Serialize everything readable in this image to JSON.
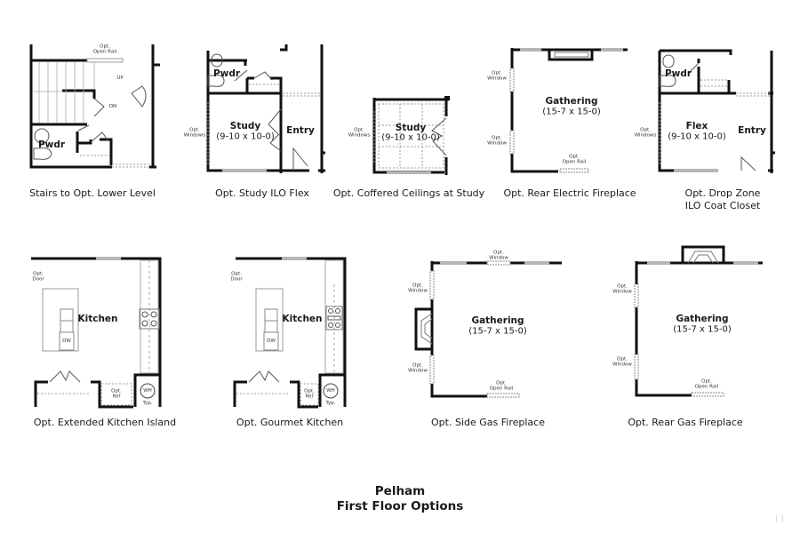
{
  "footer": {
    "title": "Pelham",
    "subtitle": "First Floor Options"
  },
  "options": [
    {
      "caption": "Stairs to Opt. Lower Level",
      "labels": {
        "pwdr": "Pwdr",
        "up": "UP",
        "dn": "DN",
        "rail": "Opt.\nOpen Rail"
      }
    },
    {
      "caption": "Opt. Study ILO Flex",
      "labels": {
        "pwdr": "Pwdr",
        "room": "Study",
        "dims": "(9-10 x 10-0)",
        "entry": "Entry",
        "windows": "Opt.\nWindows"
      }
    },
    {
      "caption": "Opt. Coffered Ceilings at Study",
      "labels": {
        "room": "Study",
        "dims": "(9-10 x 10-0)",
        "windows": "Opt.\nWindows"
      }
    },
    {
      "caption": "Opt. Rear Electric Fireplace",
      "labels": {
        "room": "Gathering",
        "dims": "(15-7 x 15-0)",
        "window1": "Opt.\nWindow",
        "window2": "Opt.\nWindow",
        "rail": "Opt.\nOpen Rail"
      }
    },
    {
      "caption": "Opt. Drop Zone\nILO Coat Closet",
      "caption_line1": "Opt. Drop Zone",
      "caption_line2": "ILO Coat Closet",
      "labels": {
        "pwdr": "Pwdr",
        "room": "Flex",
        "dims": "(9-10 x 10-0)",
        "entry": "Entry",
        "windows": "Opt.\nWindows"
      }
    },
    {
      "caption": "Opt. Extended Kitchen Island",
      "labels": {
        "room": "Kitchen",
        "door": "Opt.\nDoor",
        "dw": "DW",
        "ref": "Opt.\nRef",
        "wh": "WH",
        "typ": "Typ."
      }
    },
    {
      "caption": "Opt. Gourmet Kitchen",
      "labels": {
        "room": "Kitchen",
        "door": "Opt.\nDoor",
        "dw": "DW",
        "ref": "Opt.\nRef",
        "wh": "WH",
        "typ": "Typ."
      }
    },
    {
      "caption": "Opt. Side Gas Fireplace",
      "labels": {
        "room": "Gathering",
        "dims": "(15-7 x 15-0)",
        "window_top": "Opt.\nWindow",
        "window1": "Opt.\nWindow",
        "window2": "Opt.\nWindow",
        "rail": "Opt.\nOpen Rail"
      }
    },
    {
      "caption": "Opt. Rear Gas Fireplace",
      "labels": {
        "room": "Gathering",
        "dims": "(15-7 x 15-0)",
        "window1": "Opt.\nWindow",
        "window2": "Opt.\nWindow",
        "rail": "Opt.\nOpen Rail"
      }
    }
  ],
  "colors": {
    "wall": "#111111",
    "window": "#b5b5b5",
    "line": "#999999"
  }
}
